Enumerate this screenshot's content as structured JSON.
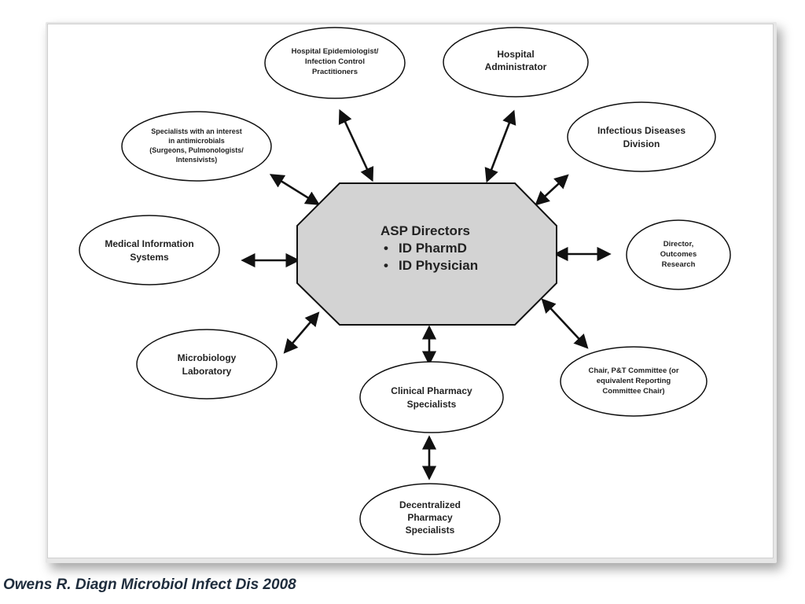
{
  "diagram": {
    "center": {
      "title": "ASP Directors",
      "bullets": [
        "ID PharmD",
        "ID Physician"
      ]
    },
    "nodes": [
      {
        "id": "epidemiologist",
        "lines": [
          "Hospital Epidemiologist/",
          "Infection Control",
          "Practitioners"
        ]
      },
      {
        "id": "administrator",
        "lines": [
          "Hospital",
          "Administrator"
        ]
      },
      {
        "id": "id-division",
        "lines": [
          "Infectious Diseases",
          "Division"
        ]
      },
      {
        "id": "outcomes",
        "lines": [
          "Director,",
          "Outcomes",
          "Research"
        ]
      },
      {
        "id": "pt-committee",
        "lines": [
          "Chair, P&T Committee (or",
          "equivalent Reporting",
          "Committee Chair)"
        ]
      },
      {
        "id": "clinical-pharmacy",
        "lines": [
          "Clinical Pharmacy",
          "Specialists"
        ]
      },
      {
        "id": "decentralized-pharmacy",
        "lines": [
          "Decentralized",
          "Pharmacy",
          "Specialists"
        ]
      },
      {
        "id": "microbiology",
        "lines": [
          "Microbiology",
          "Laboratory"
        ]
      },
      {
        "id": "medical-info",
        "lines": [
          "Medical Information",
          "Systems"
        ]
      },
      {
        "id": "specialists",
        "lines": [
          "Specialists with an interest",
          "in antimicrobials",
          "(Surgeons, Pulmonologists/",
          "Intensivists)"
        ]
      }
    ],
    "colors": {
      "center_fill": "#d3d3d3",
      "stroke": "#111111"
    }
  },
  "citation": "Owens R. Diagn  Microbiol Infect Dis 2008"
}
